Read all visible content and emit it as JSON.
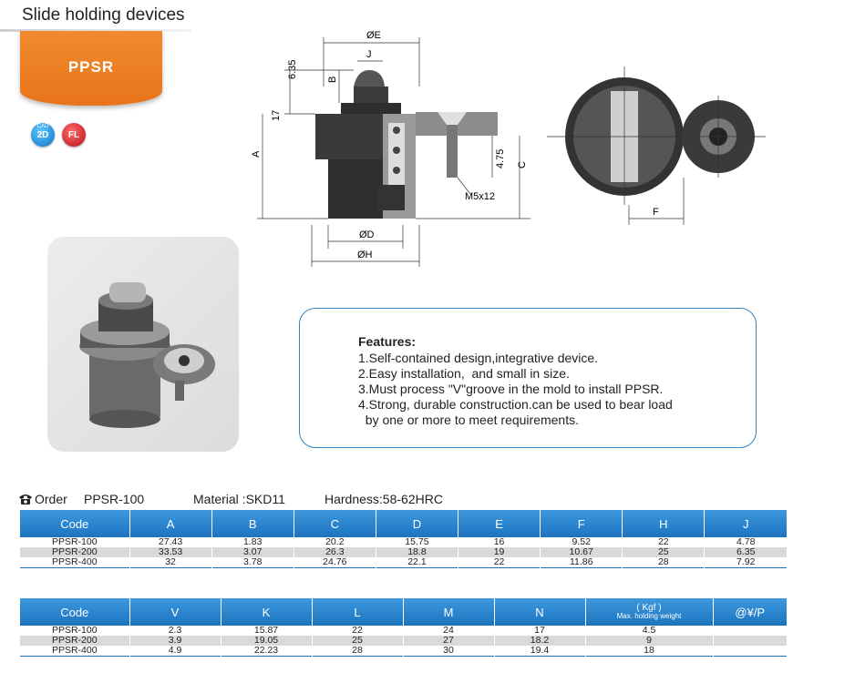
{
  "header": {
    "title": "Slide holding devices",
    "product": "PPSR"
  },
  "badges": {
    "cad_top": "CAD",
    "cad": "2D",
    "fl_top": "",
    "fl": "FL"
  },
  "drawing": {
    "labels": {
      "E": "ØE",
      "J": "J",
      "B": "B",
      "dim_635": "6.35",
      "dim_17": "17",
      "A": "A",
      "dim_475": "4.75",
      "C": "C",
      "screw": "M5x12",
      "D": "ØD",
      "H": "ØH",
      "F": "F"
    }
  },
  "features": {
    "title": "Features:",
    "lines": [
      "1.Self-contained design,integrative device.",
      "2.Easy installation,  and small in size.",
      "3.Must process \"V\"groove in the mold to install PPSR.",
      "4.Strong, durable construction.can be used to bear load",
      "  by one or more to meet requirements."
    ]
  },
  "order": {
    "label": "Order",
    "code": "PPSR-100",
    "material": "Material :SKD11",
    "hardness": "Hardness:58-62HRC"
  },
  "table1": {
    "headers": [
      "Code",
      "A",
      "B",
      "C",
      "D",
      "E",
      "F",
      "H",
      "J"
    ],
    "rows": [
      [
        "PPSR-100",
        "27.43",
        "1.83",
        "20.2",
        "15.75",
        "16",
        "9.52",
        "22",
        "4.78"
      ],
      [
        "PPSR-200",
        "33.53",
        "3.07",
        "26.3",
        "18.8",
        "19",
        "10.67",
        "25",
        "6.35"
      ],
      [
        "PPSR-400",
        "32",
        "3.78",
        "24.76",
        "22.1",
        "22",
        "11.86",
        "28",
        "7.92"
      ]
    ]
  },
  "table2": {
    "headers": [
      "Code",
      "V",
      "K",
      "L",
      "M",
      "N",
      "( Kgf )",
      "@¥/P"
    ],
    "header_sub": "Max. holding weight",
    "rows": [
      [
        "PPSR-100",
        "2.3",
        "15.87",
        "22",
        "24",
        "17",
        "4.5",
        ""
      ],
      [
        "PPSR-200",
        "3.9",
        "19.05",
        "25",
        "27",
        "18.2",
        "9",
        ""
      ],
      [
        "PPSR-400",
        "4.9",
        "22.23",
        "28",
        "30",
        "19.4",
        "18",
        ""
      ]
    ]
  },
  "colors": {
    "accent": "#e8741c",
    "table_header": "#1c74c0",
    "frame": "#2f86c9"
  }
}
